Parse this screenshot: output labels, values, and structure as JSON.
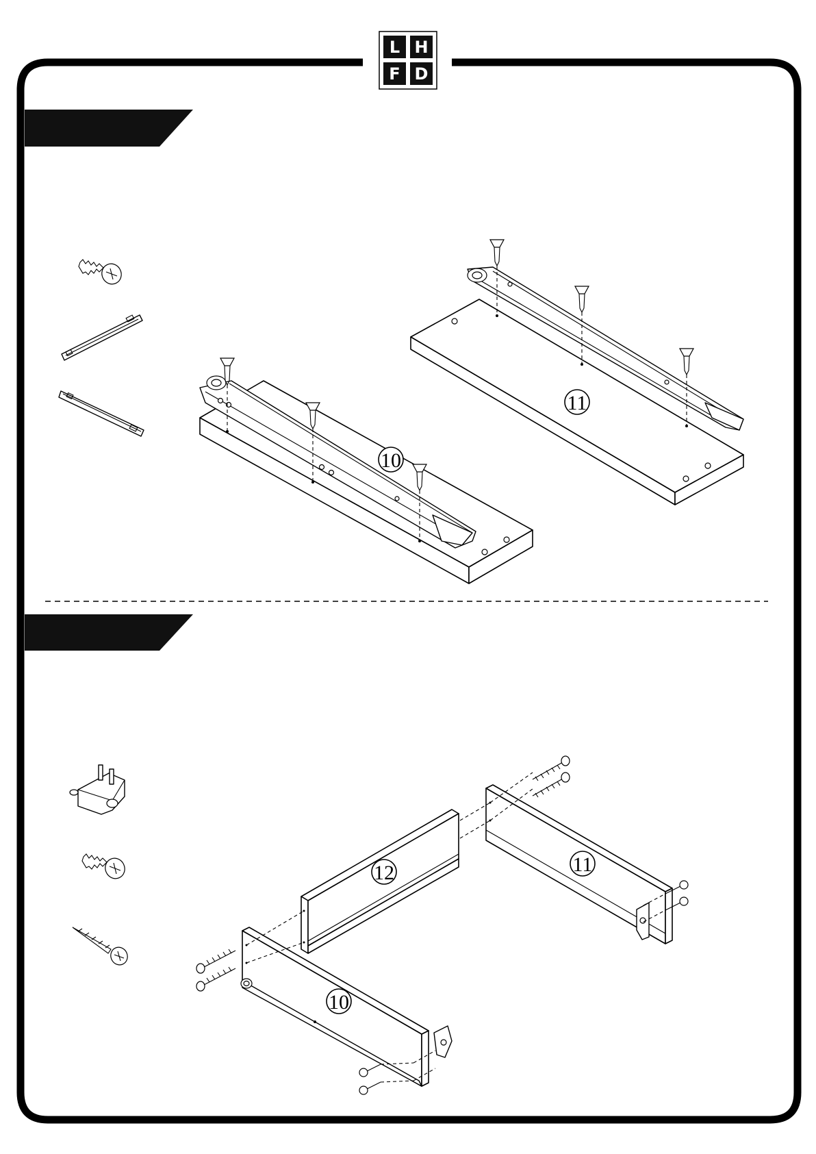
{
  "logo": {
    "cells": [
      "L",
      "H",
      "F",
      "D"
    ]
  },
  "steps": [
    {
      "parts": [
        "10",
        "11"
      ]
    },
    {
      "parts": [
        "12",
        "11",
        "10"
      ]
    }
  ]
}
